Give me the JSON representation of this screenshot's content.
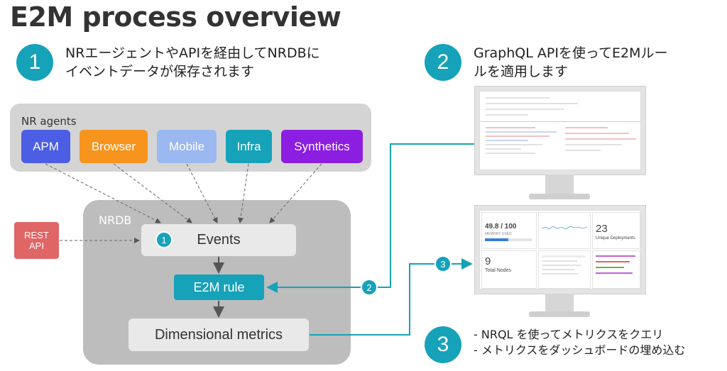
{
  "title": "E2M process overview",
  "steps": [
    {
      "num": "1",
      "line1": "NRエージェントやAPIを経由してNRDBに",
      "line2": "イベントデータが保存されます"
    },
    {
      "num": "2",
      "line1": "GraphQL APIを使ってE2Mルー",
      "line2": "ルを適用します"
    },
    {
      "num": "3",
      "bullet1": "- NRQL を使ってメトリクスをクエリ",
      "bullet2": "- メトリクスをダッシュボードの埋め込む"
    }
  ],
  "agents": {
    "label": "NR agents",
    "items": [
      {
        "label": "APM",
        "color": "#4b5ee4"
      },
      {
        "label": "Browser",
        "color": "#f7941d"
      },
      {
        "label": "Mobile",
        "color": "#9bb8f0"
      },
      {
        "label": "Infra",
        "color": "#16a2b8"
      },
      {
        "label": "Synthetics",
        "color": "#8b1ee0"
      }
    ]
  },
  "nrdb": {
    "label": "NRDB",
    "events": "Events",
    "events_badge": "1",
    "rule": "E2M rule",
    "metrics": "Dimensional metrics"
  },
  "rest": {
    "line1": "REST",
    "line2": "API"
  },
  "connectors": {
    "rule_badge": "2",
    "dashboard_badge": "3"
  },
  "dashboard": {
    "memory_value": "49.8 / 100",
    "memory_label": "MEMORY USED",
    "deployments_value": "23",
    "deployments_label": "Unique Deployments",
    "nodes_value": "9",
    "nodes_label": "Total Nodes"
  },
  "colors": {
    "accent": "#16a2b8",
    "rest": "#e06666",
    "arrow": "#555555"
  }
}
